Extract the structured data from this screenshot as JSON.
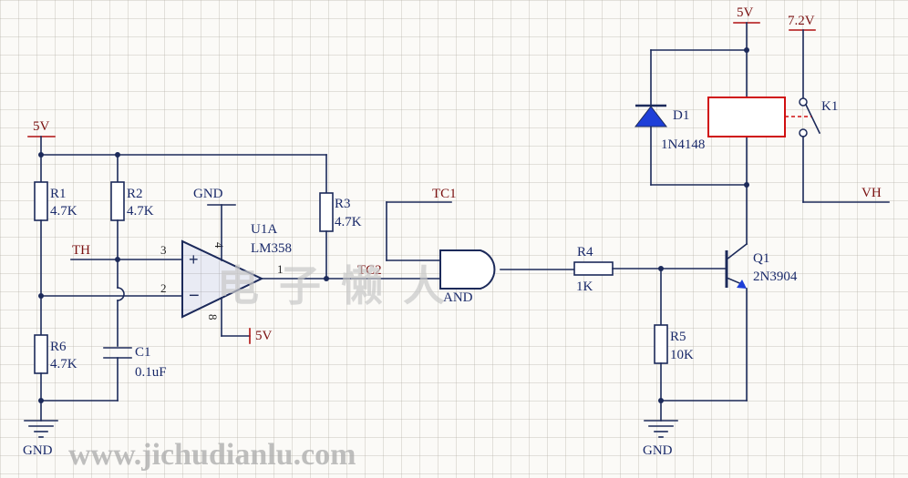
{
  "power": {
    "left_5v": "5V",
    "top_5v": "5V",
    "relay_7v2": "7.2V",
    "opamp_gnd": "GND",
    "opamp_5v": "5V",
    "gnd_left": "GND",
    "gnd_right": "GND"
  },
  "components": {
    "r1": {
      "ref": "R1",
      "value": "4.7K"
    },
    "r2": {
      "ref": "R2",
      "value": "4.7K"
    },
    "r3": {
      "ref": "R3",
      "value": "4.7K"
    },
    "r4": {
      "ref": "R4",
      "value": "1K"
    },
    "r5": {
      "ref": "R5",
      "value": "10K"
    },
    "r6": {
      "ref": "R6",
      "value": "4.7K"
    },
    "c1": {
      "ref": "C1",
      "value": "0.1uF"
    },
    "u1": {
      "ref": "U1A",
      "value": "LM358"
    },
    "gate": {
      "value": "AND"
    },
    "d1": {
      "ref": "D1",
      "value": "1N4148"
    },
    "q1": {
      "ref": "Q1",
      "value": "2N3904"
    },
    "k1": {
      "ref": "K1"
    }
  },
  "pins": {
    "p3": "3",
    "p2": "2",
    "p4": "4",
    "p8": "8",
    "p1": "1"
  },
  "nets": {
    "th": "TH",
    "tc1": "TC1",
    "tc2": "TC2",
    "vh": "VH"
  },
  "watermark": {
    "chinese": "电子懒人",
    "url": "www.jichudianlu.com"
  },
  "colors": {
    "wire": "#1c2a5a",
    "symbol_fill": "#1e3fd8",
    "net_label": "#7a1010",
    "background": "#fbfaf7"
  }
}
